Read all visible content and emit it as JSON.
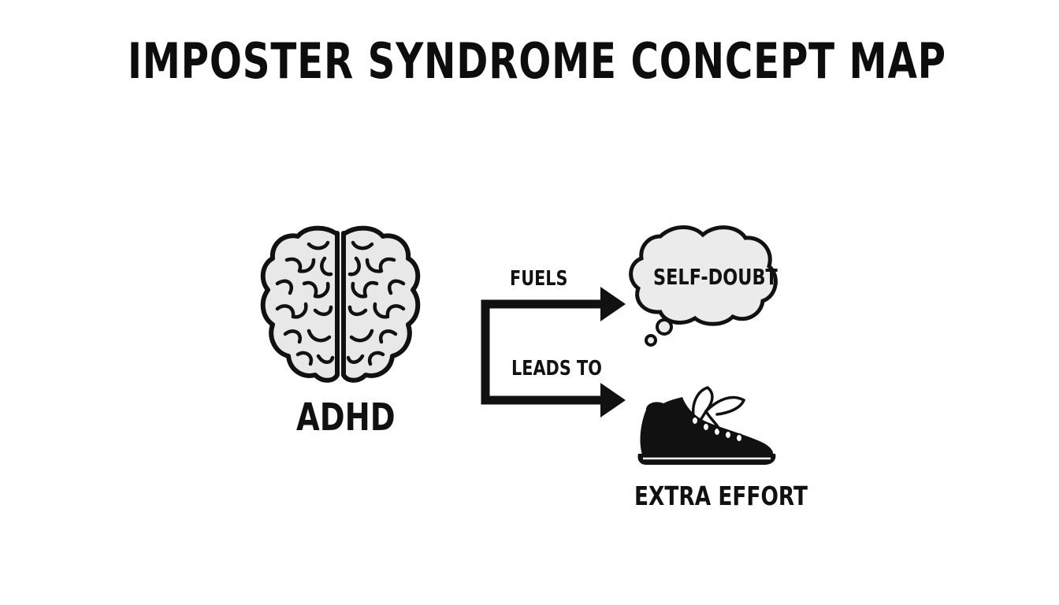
{
  "title": "IMPOSTER SYNDROME CONCEPT MAP",
  "nodes": {
    "source": {
      "label": "ADHD",
      "icon": "brain-icon"
    },
    "thought": {
      "label": "SELF-DOUBT",
      "icon": "thought-bubble-icon"
    },
    "action": {
      "label": "EXTRA EFFORT",
      "icon": "shoe-icon"
    }
  },
  "edges": {
    "fuels": {
      "label": "FUELS"
    },
    "leads_to": {
      "label": "LEADS TO"
    }
  },
  "colors": {
    "ink": "#111111",
    "brain_fill": "#e8e8e8",
    "bubble_fill": "#ebebeb",
    "background": "#ffffff"
  }
}
